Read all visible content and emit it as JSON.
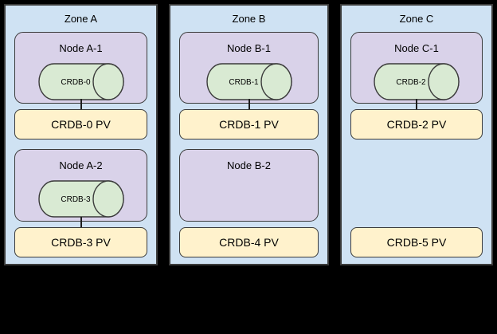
{
  "colors": {
    "background": "#000000",
    "zone_fill": "#cfe2f3",
    "node_fill": "#d9d2e9",
    "cylinder_fill": "#d9ead3",
    "pv_fill": "#fff2cc",
    "border": "#3b3b3b",
    "text": "#000000"
  },
  "zones": [
    {
      "title": "Zone A",
      "node1": {
        "label": "Node A-1",
        "pod": "CRDB-0"
      },
      "pv1": {
        "label": "CRDB-0 PV"
      },
      "node2": {
        "label": "Node A-2",
        "pod": "CRDB-3"
      },
      "pv2": {
        "label": "CRDB-3 PV"
      }
    },
    {
      "title": "Zone B",
      "node1": {
        "label": "Node B-1",
        "pod": "CRDB-1"
      },
      "pv1": {
        "label": "CRDB-1 PV"
      },
      "node2": {
        "label": "Node B-2"
      },
      "pv2": {
        "label": "CRDB-4 PV"
      }
    },
    {
      "title": "Zone C",
      "node1": {
        "label": "Node C-1",
        "pod": "CRDB-2"
      },
      "pv1": {
        "label": "CRDB-2 PV"
      },
      "pv2": {
        "label": "CRDB-5 PV"
      }
    }
  ]
}
